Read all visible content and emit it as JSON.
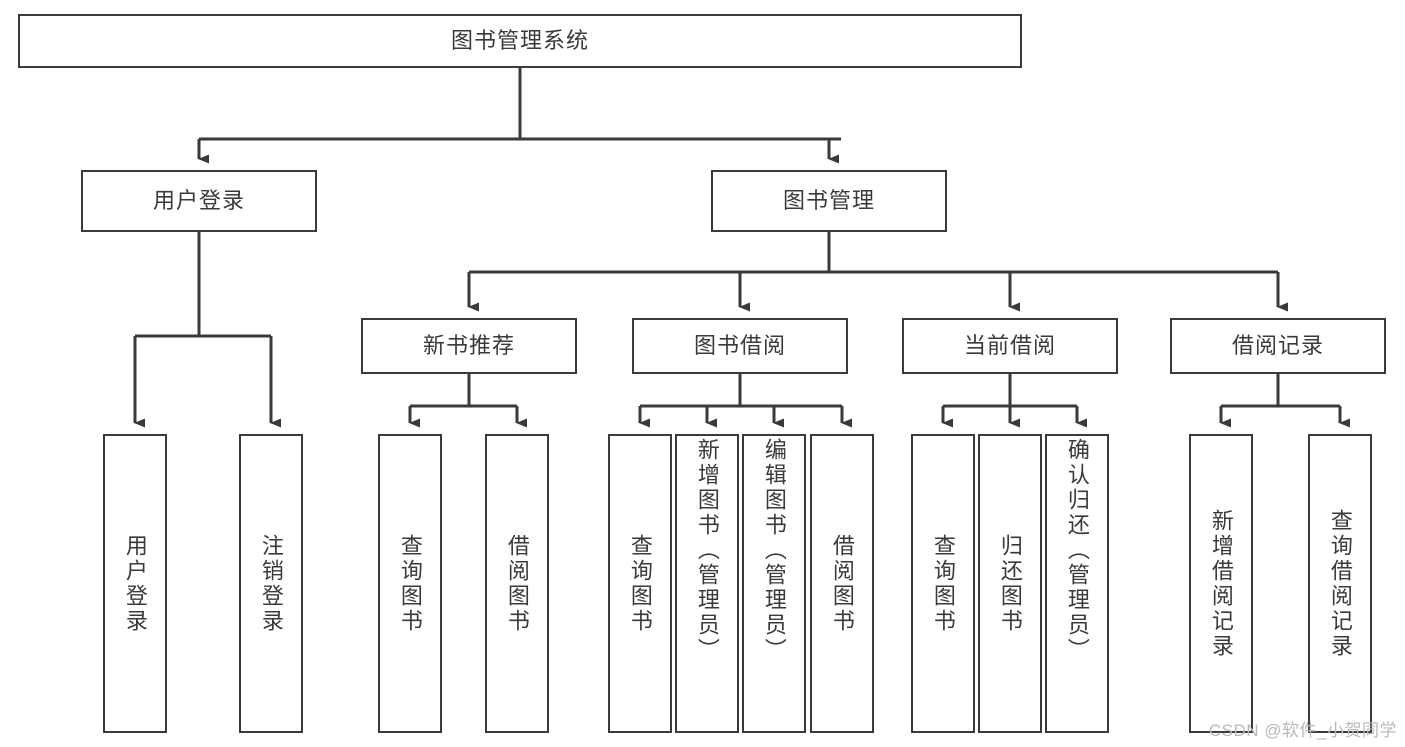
{
  "diagram": {
    "title": "图书管理系统",
    "type": "tree-hierarchy-diagram",
    "colors": {
      "stroke": "#3a3a3a",
      "box_fill": "#ffffff",
      "text": "#3a3a3a",
      "background": "#ffffff",
      "watermark": "#b9b9b9"
    },
    "root": {
      "label": "图书管理系统"
    },
    "level2": [
      {
        "label": "用户登录"
      },
      {
        "label": "图书管理"
      }
    ],
    "level3": [
      {
        "label": "新书推荐"
      },
      {
        "label": "图书借阅"
      },
      {
        "label": "当前借阅"
      },
      {
        "label": "借阅记录"
      }
    ],
    "leaves": {
      "user_login": [
        {
          "label": "用户登录"
        },
        {
          "label": "注销登录"
        }
      ],
      "new_book_recommend": [
        {
          "label": "查询图书"
        },
        {
          "label": "借阅图书"
        }
      ],
      "book_borrow": [
        {
          "label": "查询图书"
        },
        {
          "label": "新增图书（管理员）"
        },
        {
          "label": "编辑图书（管理员）"
        },
        {
          "label": "借阅图书"
        }
      ],
      "current_borrow": [
        {
          "label": "查询图书"
        },
        {
          "label": "归还图书"
        },
        {
          "label": "确认归还（管理员）"
        }
      ],
      "borrow_record": [
        {
          "label": "新增借阅记录"
        },
        {
          "label": "查询借阅记录"
        }
      ]
    }
  },
  "watermark": {
    "text": "CSDN @软件_小贺同学"
  }
}
